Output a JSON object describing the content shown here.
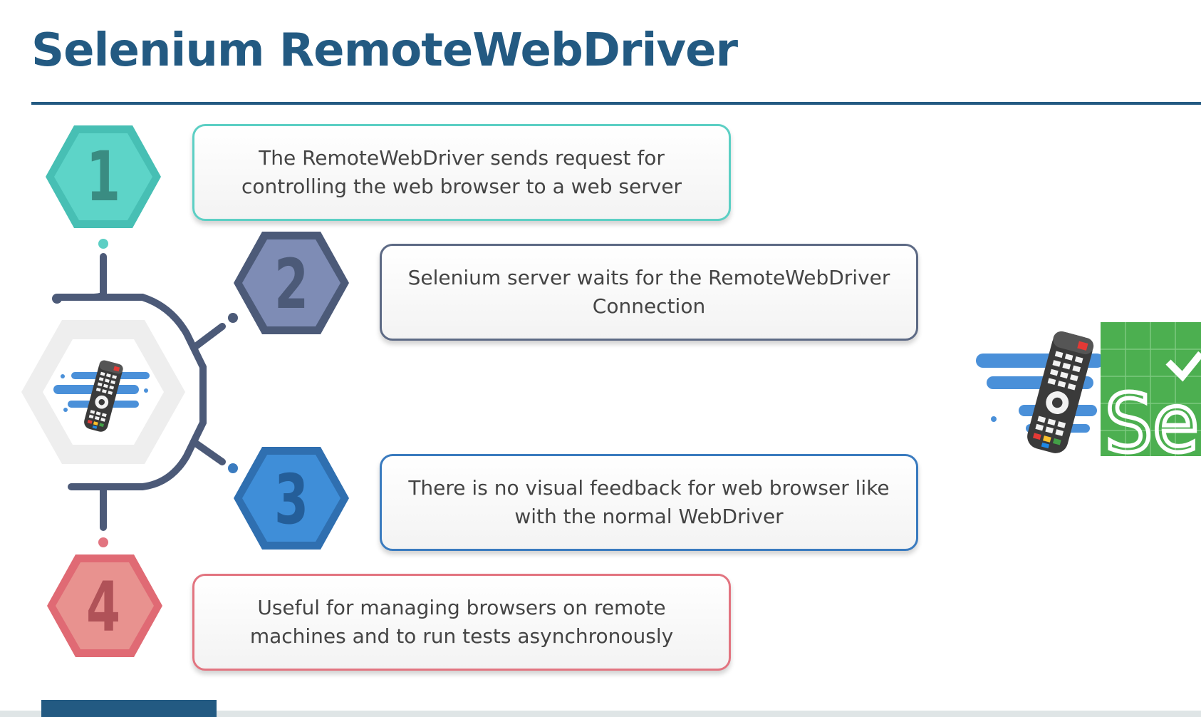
{
  "title": "Selenium RemoteWebDriver",
  "steps": [
    {
      "number": "1",
      "text": "The RemoteWebDriver sends request for controlling the web browser to a web server",
      "color": "#5ccfc4"
    },
    {
      "number": "2",
      "text": "Selenium server waits for the RemoteWebDriver Connection",
      "color": "#5d6a85"
    },
    {
      "number": "3",
      "text": "There is no visual feedback for web browser like with the normal WebDriver",
      "color": "#3a7bbf"
    },
    {
      "number": "4",
      "text": "Useful for managing browsers on remote machines and to run tests asynchronously",
      "color": "#e27480"
    }
  ],
  "logo": {
    "text": "Se"
  },
  "colors": {
    "title": "#235a82",
    "connector": "#4c5a78",
    "logo_green": "#4caf50",
    "remote_blue": "#4a90d9",
    "remote_body": "#3a3a3a"
  },
  "icons": [
    "remote-control-icon",
    "selenium-logo-icon",
    "check-mark-icon"
  ]
}
